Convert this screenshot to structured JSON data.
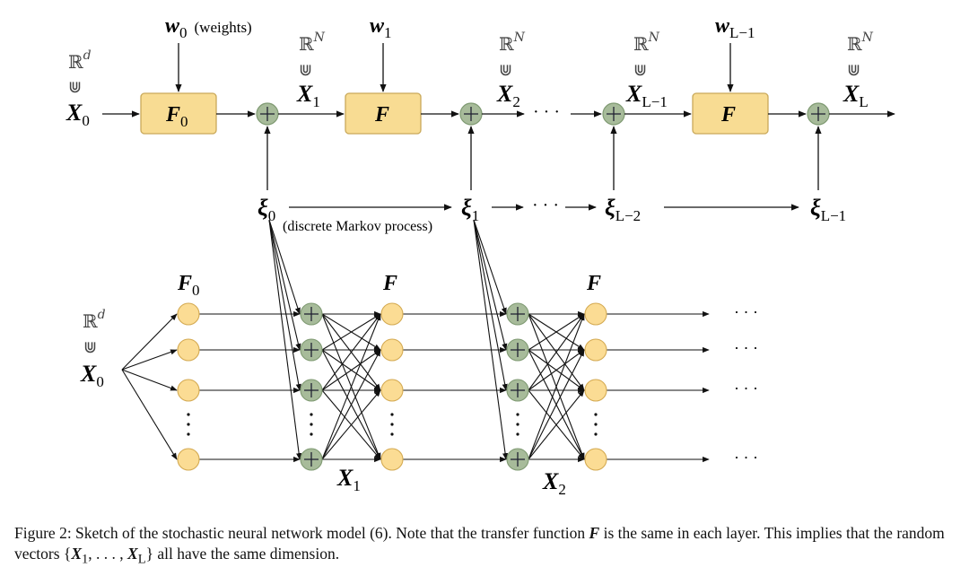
{
  "figure": {
    "colors": {
      "box_fill": "#f8dc93",
      "box_stroke": "#c9a95a",
      "sum_fill": "#a7bb9a",
      "sum_stroke": "#7f9a72",
      "neuron_fill": "#fbdc94",
      "neuron_stroke": "#d4aa52",
      "line": "#111111"
    },
    "top_chain": {
      "input": {
        "space": "ℝ",
        "space_sup": "d",
        "in_symbol": "⋓",
        "var": "X",
        "sub": "0"
      },
      "weights": [
        {
          "var": "w",
          "sub": "0",
          "note": "(weights)"
        },
        {
          "var": "w",
          "sub": "1",
          "note": ""
        },
        {
          "var": "w",
          "sub": "L−1",
          "note": ""
        }
      ],
      "boxes": [
        {
          "var": "F",
          "sub": "0"
        },
        {
          "var": "F",
          "sub": ""
        },
        {
          "var": "F",
          "sub": ""
        }
      ],
      "outputs": [
        {
          "space": "ℝ",
          "space_sup": "N",
          "in_symbol": "⋓",
          "var": "X",
          "sub": "1"
        },
        {
          "space": "ℝ",
          "space_sup": "N",
          "in_symbol": "⋓",
          "var": "X",
          "sub": "2"
        },
        {
          "space": "ℝ",
          "space_sup": "N",
          "in_symbol": "⋓",
          "var": "X",
          "sub": "L−1"
        },
        {
          "space": "ℝ",
          "space_sup": "N",
          "in_symbol": "⋓",
          "var": "X",
          "sub": "L"
        }
      ],
      "ellipsis": "· · ·"
    },
    "noise_chain": {
      "nodes": [
        {
          "var": "ξ",
          "sub": "0"
        },
        {
          "var": "ξ",
          "sub": "1"
        },
        {
          "var": "ξ",
          "sub": "L−2"
        },
        {
          "var": "ξ",
          "sub": "L−1"
        }
      ],
      "label": "(discrete Markov process)",
      "ellipsis": "· · ·"
    },
    "network": {
      "input": {
        "space": "ℝ",
        "space_sup": "d",
        "in_symbol": "⋓",
        "var": "X",
        "sub": "0"
      },
      "layer_titles": [
        {
          "var": "F",
          "sub": "0"
        },
        {
          "var": "F",
          "sub": ""
        },
        {
          "var": "F",
          "sub": ""
        }
      ],
      "sum_labels": [
        {
          "var": "X",
          "sub": "1"
        },
        {
          "var": "X",
          "sub": "2"
        }
      ],
      "rows_visible": 4,
      "vertical_ellipsis": "⋮",
      "trailing_ellipsis": "· · ·"
    }
  },
  "caption": {
    "prefix": "Figure 2: Sketch of the stochastic neural network model (6). Note that the transfer function ",
    "bold_var": "F",
    "middle": " is the same in each layer. This implies that the random vectors {",
    "set_first": "X",
    "set_first_sub": "1",
    "set_sep": ", . . . , ",
    "set_last": "X",
    "set_last_sub": "L",
    "suffix": "} all have the same dimension."
  }
}
